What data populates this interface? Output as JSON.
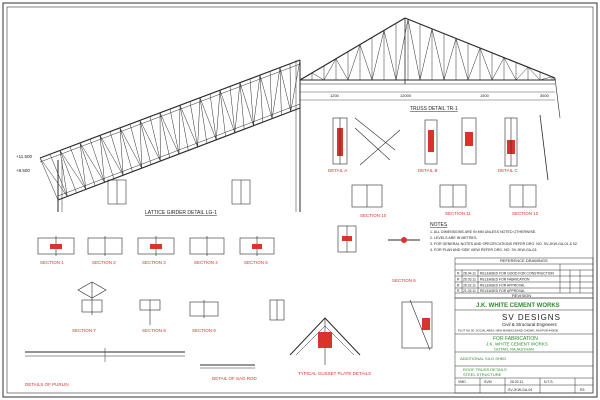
{
  "colors": {
    "line": "#2a2a2a",
    "accent_red": "#d9342b",
    "accent_green": "#2e8b2e",
    "paper": "#ffffff"
  },
  "main_views": {
    "truss_view_label": "TRUSS DETAIL TR-1",
    "rafter_view_label": "LATTICE GIRDER DETAIL LG-1",
    "dims": [
      "1200",
      "1500",
      "12000",
      "3500"
    ],
    "levels": [
      "+11.500",
      "+8.500"
    ]
  },
  "details": {
    "detail_a": "DETAIL A",
    "detail_b": "DETAIL B",
    "detail_c": "DETAIL C",
    "section_1": "SECTION 1",
    "section_2": "SECTION 2",
    "section_3": "SECTION 3",
    "section_4": "SECTION 4",
    "section_5": "SECTION 5",
    "section_6": "SECTION 6",
    "section_7": "SECTION 7",
    "section_8": "SECTION 8",
    "section_9": "SECTION 9",
    "section_10": "SECTION 10",
    "section_11": "SECTION 11",
    "section_12": "SECTION 12",
    "detail_purlin": "DETAILS OF PURLIN",
    "detail_sag_rod": "DETAIL OF SAG ROD",
    "typical_gusset": "TYPICAL GUSSET PLATE DETAILS"
  },
  "notes": {
    "title": "NOTES",
    "lines": [
      "1. ALL DIMENSIONS ARE IN MM UNLESS NOTED OTHERWISE.",
      "2. LEVELS ARE IN METRES.",
      "3. FOR GENERAL NOTES AND SPECIFICATIONS REFER DRG. NO. SV-JKW-GA-01 & 02.",
      "4. FOR PLAN AND SIDE VIEW REFER DRG. NO. SV-JKW-GA-03."
    ]
  },
  "reference_drawings": {
    "title": "REFERENCE DRAWINGS",
    "rows": [
      [
        "R",
        "28.04.11",
        "RELEASED FOR GOOD FOR CONSTRUCTION"
      ],
      [
        "R",
        "26.03.11",
        "RELEASED FOR FABRICATION"
      ],
      [
        "R",
        "26.02.11",
        "RELEASED FOR APPROVAL"
      ],
      [
        "R",
        "21.02.11",
        "RELEASED FOR APPROVAL"
      ]
    ],
    "revision_label": "REVISION"
  },
  "title_block": {
    "client_logo_text": "J.K. WHITE CEMENT WORKS",
    "designer_name": "SV DESIGNS",
    "designer_sub": "Civil & Structural Engineers",
    "designer_address": "PLOT NO.50, SOCIAL AREA, NEW MANEKCHAND CHOWK, NAGPUR-440030",
    "status": "FOR FABRICATION",
    "project_client": "J.K. WHITE CEMENT WORKS",
    "project_location": "GOTAN, RAJASTHAN",
    "project_title": "ADDITIONAL SILO SHED",
    "drawing_title_1": "ROOF TRUSS DETAILS",
    "drawing_title_2": "STEEL STRUCTURE",
    "scale": "N.T.S.",
    "date": "26.02.11",
    "drawn_by": "VMD",
    "checked_by": "SVM",
    "drawing_no": "SV-JKW-GA-04",
    "revision_no": "R3"
  }
}
